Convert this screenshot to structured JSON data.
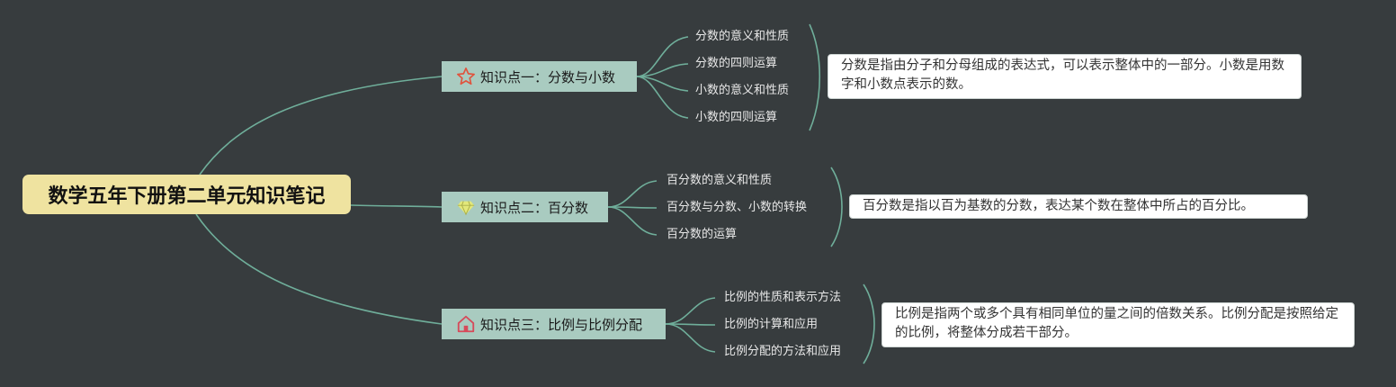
{
  "root": {
    "title": "数学五年下册第二单元知识笔记"
  },
  "branches": [
    {
      "label": "知识点一：分数与小数",
      "icon": "star-icon",
      "items": [
        "分数的意义和性质",
        "分数的四则运算",
        "小数的意义和性质",
        "小数的四则运算"
      ],
      "summary": "分数是指由分子和分母组成的表达式，可以表示整体中的一部分。小数是用数字和小数点表示的数。"
    },
    {
      "label": "知识点二：百分数",
      "icon": "diamond-icon",
      "items": [
        "百分数的意义和性质",
        "百分数与分数、小数的转换",
        "百分数的运算"
      ],
      "summary": "百分数是指以百为基数的分数，表达某个数在整体中所占的百分比。"
    },
    {
      "label": "知识点三：比例与比例分配",
      "icon": "house-icon",
      "items": [
        "比例的性质和表示方法",
        "比例的计算和应用",
        "比例分配的方法和应用"
      ],
      "summary": "比例是指两个或多个具有相同单位的量之间的倍数关系。比例分配是按照给定的比例，将整体分成若干部分。"
    }
  ],
  "colors": {
    "background": "#373c3e",
    "root_fill": "#efe3a0",
    "branch_fill": "#a9cbc0",
    "connector": "#6fae9a",
    "star": "#e0533d",
    "diamond": "#e3e87a",
    "house": "#d64a5a"
  }
}
